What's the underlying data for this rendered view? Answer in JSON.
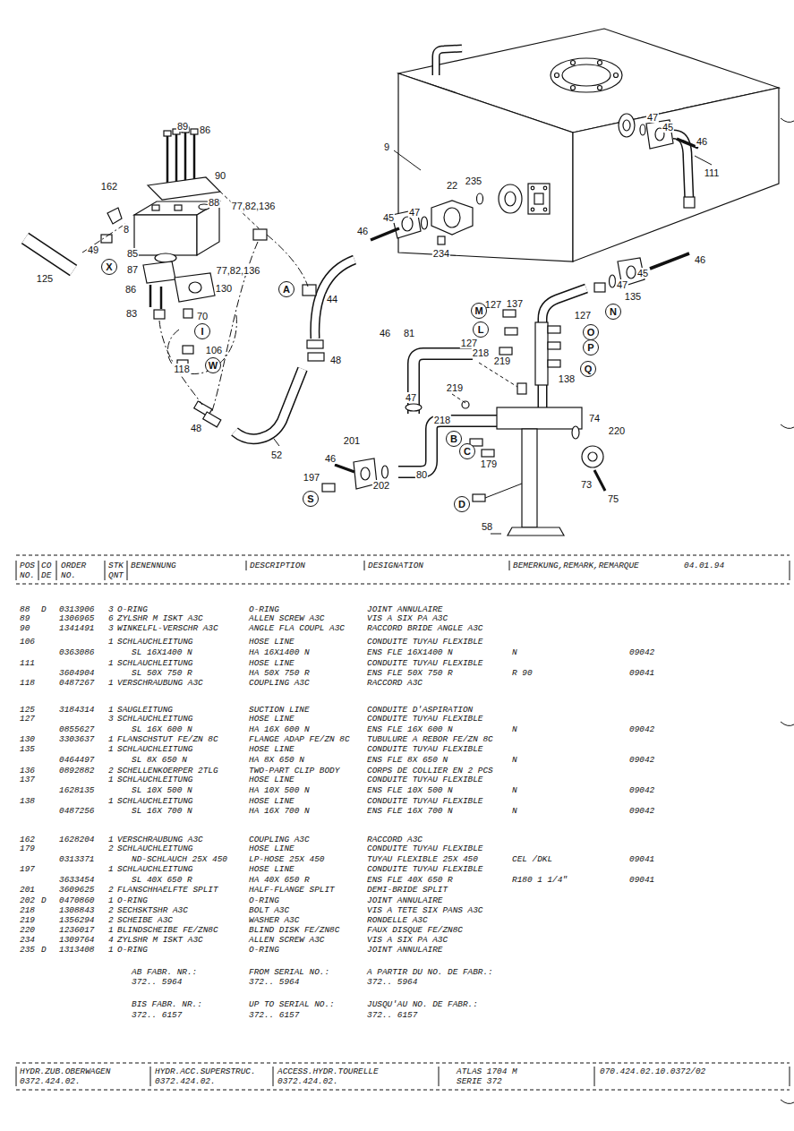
{
  "diagram": {
    "nodes": [
      {
        "text": [
          "X"
        ]
      },
      {
        "text": [
          "A"
        ]
      },
      {
        "text": [
          "I"
        ]
      },
      {
        "text": [
          "W"
        ]
      },
      {
        "text": [
          "M"
        ]
      },
      {
        "text": [
          "L"
        ]
      },
      {
        "text": [
          "N"
        ]
      },
      {
        "text": [
          "O"
        ]
      },
      {
        "text": [
          "P"
        ]
      },
      {
        "text": [
          "Q"
        ]
      },
      {
        "text": [
          "B"
        ]
      },
      {
        "text": [
          "C"
        ]
      },
      {
        "text": [
          "S"
        ]
      },
      {
        "text": [
          "D"
        ]
      }
    ],
    "labels": [
      "89",
      "86",
      "90",
      "162",
      "88",
      "77,82,136",
      "8",
      "49",
      "85",
      "77,82,136",
      "87",
      "125",
      "86",
      "130",
      "83",
      "70",
      "106",
      "118",
      "44",
      "48",
      "48",
      "52",
      "9",
      "22",
      "235",
      "45",
      "47",
      "46",
      "234",
      "47",
      "45",
      "46",
      "111",
      "46",
      "45",
      "47",
      "135",
      "127",
      "127",
      "137",
      "46",
      "81",
      "127",
      "218",
      "219",
      "138",
      "219",
      "47",
      "218",
      "74",
      "220",
      "201",
      "179",
      "46",
      "197",
      "202",
      "80",
      "73",
      "75",
      "58",
      "POS",
      "CO",
      "ORDER",
      "STK",
      "BENENNUNG",
      "DESCRIPTION",
      "DESIGNATION",
      "BEMERKUNG,REMARK,REMARQUE",
      "04.01.94",
      "NO.",
      "DE",
      "NO.",
      "QNT",
      "88",
      "D",
      "0313906",
      "3",
      "O-RING",
      "O-RING",
      "JOINT ANNULAIRE",
      "89",
      "1306965",
      "6",
      "ZYLSHR M ISKT A3C",
      "ALLEN SCREW A3C",
      "VIS A SIX PA A3C",
      "90",
      "1341491",
      "3",
      "WINKELFL-VERSCHR A3C",
      "ANGLE FLA COUPL A3C",
      "RACCORD BRIDE ANGLE A3C",
      "106",
      "1",
      "SCHLAUCHLEITUNG",
      "HOSE LINE",
      "CONDUITE TUYAU FLEXIBLE",
      "0363086",
      "SL 16X1400 N",
      "HA 16X1400 N",
      "ENS FLE 16X1400 N",
      "N",
      "09042",
      "111",
      "1",
      "SCHLAUCHLEITUNG",
      "HOSE LINE",
      "CONDUITE TUYAU FLEXIBLE",
      "3604904",
      "SL 50X 750 R",
      "HA 50X 750 R",
      "ENS FLE 50X 750 R",
      "R 90",
      "09041",
      "118",
      "0487267",
      "1",
      "VERSCHRAUBUNG A3C",
      "COUPLING A3C",
      "RACCORD A3C",
      "125",
      "3184314",
      "1",
      "SAUGLEITUNG",
      "SUCTION LINE",
      "CONDUITE D'ASPIRATION",
      "127",
      "3",
      "SCHLAUCHLEITUNG",
      "HOSE LINE",
      "CONDUITE TUYAU FLEXIBLE",
      "0855627",
      "SL 16X 600 N",
      "HA 16X 600 N",
      "ENS FLE 16X 600 N",
      "N",
      "09042",
      "130",
      "3303637",
      "1",
      "FLANSCHSTUT FE/ZN 8C",
      "FLANGE ADAP FE/ZN 8C",
      "TUBULURE A REBOR FE/ZN 8C",
      "135",
      "1",
      "SCHLAUCHLEITUNG",
      "HOSE LINE",
      "CONDUITE TUYAU FLEXIBLE",
      "0464497",
      "SL 8X 650 N",
      "HA 8X 650 N",
      "ENS FLE 8X 650 N",
      "N",
      "09042",
      "136",
      "0892882",
      "2",
      "SCHELLENKOERPER 2TLG",
      "TWO-PART CLIP BODY",
      "CORPS DE COLLIER EN 2 PCS",
      "137",
      "1",
      "SCHLAUCHLEITUNG",
      "HOSE LINE",
      "CONDUITE TUYAU FLEXIBLE",
      "1628135",
      "SL 10X 500 N",
      "HA 10X 500 N",
      "ENS FLE 10X 500 N",
      "N",
      "09042",
      "138",
      "1",
      "SCHLAUCHLEITUNG",
      "HOSE LINE",
      "CONDUITE TUYAU FLEXIBLE",
      "0487256",
      "SL 16X 700 N",
      "HA 16X 700 N",
      "ENS FLE 16X 700 N",
      "N",
      "09042",
      "162",
      "1628204",
      "1",
      "VERSCHRAUBUNG A3C",
      "COUPLING A3C",
      "RACCORD A3C",
      "179",
      "2",
      "SCHLAUCHLEITUNG",
      "HOSE LINE",
      "CONDUITE TUYAU FLEXIBLE",
      "0313371",
      "ND-SCHLAUCH 25X 450",
      "LP-HOSE 25X 450",
      "TUYAU FLEXIBLE 25X 450",
      "CEL /DKL",
      "09041",
      "197",
      "1",
      "SCHLAUCHLEITUNG",
      "HOSE LINE",
      "CONDUITE TUYAU FLEXIBLE",
      "3633454",
      "SL 40X 650 R",
      "HA 40X 650 R",
      "ENS FLE 40X 650 R",
      "R180 1 1/4\"",
      "09041",
      "201",
      "3609625",
      "2",
      "FLANSCHHAELFTE SPLIT",
      "HALF-FLANGE SPLIT",
      "DEMI-BRIDE SPLIT",
      "202",
      "D",
      "0470860",
      "1",
      "O-RING",
      "O-RING",
      "JOINT ANNULAIRE",
      "218",
      "1308843",
      "2",
      "SECHSKTSHR A3C",
      "BOLT A3C",
      "VIS A TETE SIX PANS A3C",
      "219",
      "1356294",
      "2",
      "SCHEIBE A3C",
      "WASHER A3C",
      "RONDELLE A3C",
      "220",
      "1236017",
      "1",
      "BLINDSCHEIBE FE/ZN8C",
      "BLIND DISK FE/ZN8C",
      "FAUX DISQUE FE/ZN8C",
      "234",
      "1309764",
      "4",
      "ZYLSHR M ISKT A3C",
      "ALLEN SCREW A3C",
      "VIS A SIX PA A3C",
      "235",
      "D",
      "1313408",
      "1",
      "O-RING",
      "O-RING",
      "JOINT ANNULAIRE",
      "AB FABR. NR.:",
      "FROM SERIAL NO.:",
      "A PARTIR DU NO. DE FABR.:",
      "372.. 5964",
      "372.. 5964",
      "372.. 5964",
      "BIS FABR. NR.:",
      "UP TO SERIAL NO.:",
      "JUSQU'AU NO. DE FABR.:",
      "372.. 6157",
      "372.. 6157",
      "372.. 6157",
      "HYDR.ZUB.OBERWAGEN",
      "HYDR.ACC.SUPERSTRUC.",
      "ACCESS.HYDR.TOURELLE",
      "ATLAS 1704 M",
      "070.424.02.10.0372/02",
      "0372.424.02.",
      "0372.424.02.",
      "0372.424.02.",
      "SERIE 372"
    ]
  }
}
